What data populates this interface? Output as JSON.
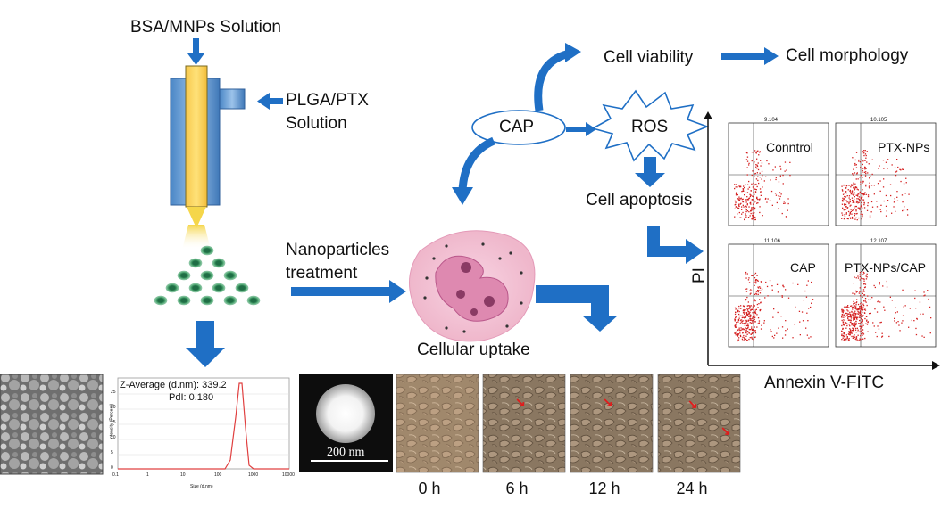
{
  "input_solution": "BSA/MNPs Solution",
  "second_solution_line1": "PLGA/PTX",
  "second_solution_line2": "Solution",
  "treatment_line1": "Nanoparticles",
  "treatment_line2": "treatment",
  "uptake": "Cellular uptake",
  "cap": "CAP",
  "ros": "ROS",
  "viability": "Cell viability",
  "morphology": "Cell morphology",
  "apoptosis": "Cell apoptosis",
  "dls": {
    "z_average": "Z-Average (d.nm): 339.2",
    "pdi": "PdI: 0.180",
    "ylabel": "Intensity (Percent)",
    "xlabel": "Size (d.nm)",
    "xticks": [
      "0.1",
      "1",
      "10",
      "100",
      "1000",
      "10000"
    ],
    "yticks": [
      "0",
      "5",
      "10",
      "15",
      "20",
      "25"
    ]
  },
  "tem_scale": "200 nm",
  "timepoints": [
    "0 h",
    "6 h",
    "12 h",
    "24 h"
  ],
  "flow": {
    "y_axis": "PI",
    "x_axis": "Annexin V-FITC",
    "panels": [
      {
        "label": "Conntrol",
        "id": "9.104"
      },
      {
        "label": "PTX-NPs",
        "id": "10.105"
      },
      {
        "label": "CAP",
        "id": "11.106"
      },
      {
        "label": "PTX-NPs/CAP",
        "id": "12.107"
      }
    ]
  }
}
